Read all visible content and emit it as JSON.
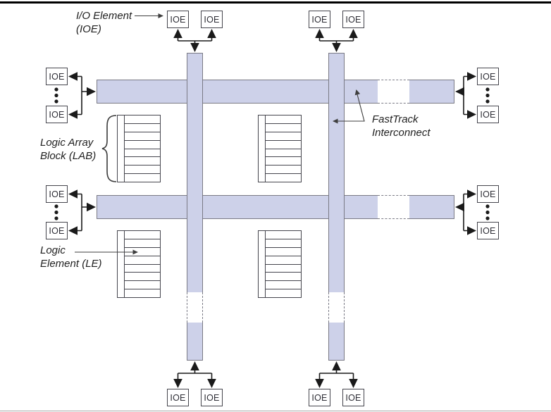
{
  "diagram": {
    "ioe_label": "IOE",
    "labels": {
      "io_element": {
        "line1": "I/O Element",
        "line2": "(IOE)"
      },
      "logic_array_block": {
        "line1": "Logic Array",
        "line2": "Block (LAB)"
      },
      "fasttrack": {
        "line1": "FastTrack",
        "line2": "Interconnect"
      },
      "logic_element": {
        "line1": "Logic",
        "line2": "Element (LE)"
      }
    },
    "colors": {
      "band_fill": "#cdd1e9",
      "band_border": "#7a7a85",
      "box_border": "#45454d",
      "line": "#1a1a1a"
    }
  }
}
